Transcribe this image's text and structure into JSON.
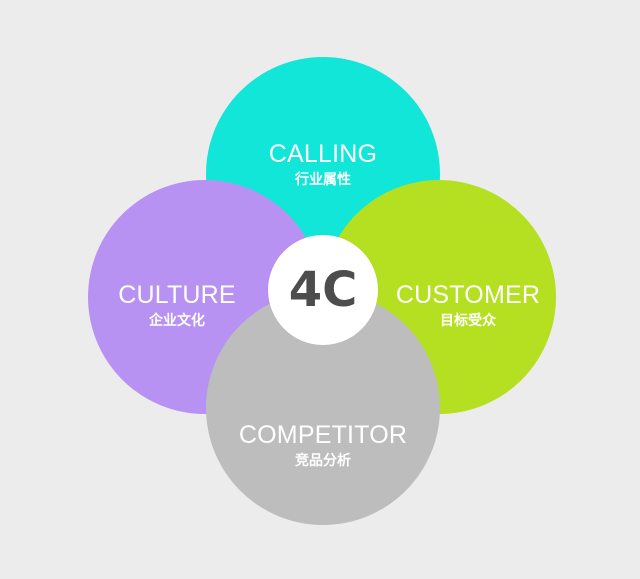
{
  "center": {
    "label": "4C"
  },
  "nodes": [
    {
      "id": "calling",
      "en": "CALLING",
      "zh": "行业属性",
      "color": "#12e6d8"
    },
    {
      "id": "culture",
      "en": "CULTURE",
      "zh": "企业文化",
      "color": "#b892f3"
    },
    {
      "id": "customer",
      "en": "CUSTOMER",
      "zh": "目标受众",
      "color": "#b5e022"
    },
    {
      "id": "competitor",
      "en": "COMPETITOR",
      "zh": "竞品分析",
      "color": "#bdbdbd"
    }
  ],
  "background_color": "#ececec",
  "center_text_color": "#4d4d4d"
}
